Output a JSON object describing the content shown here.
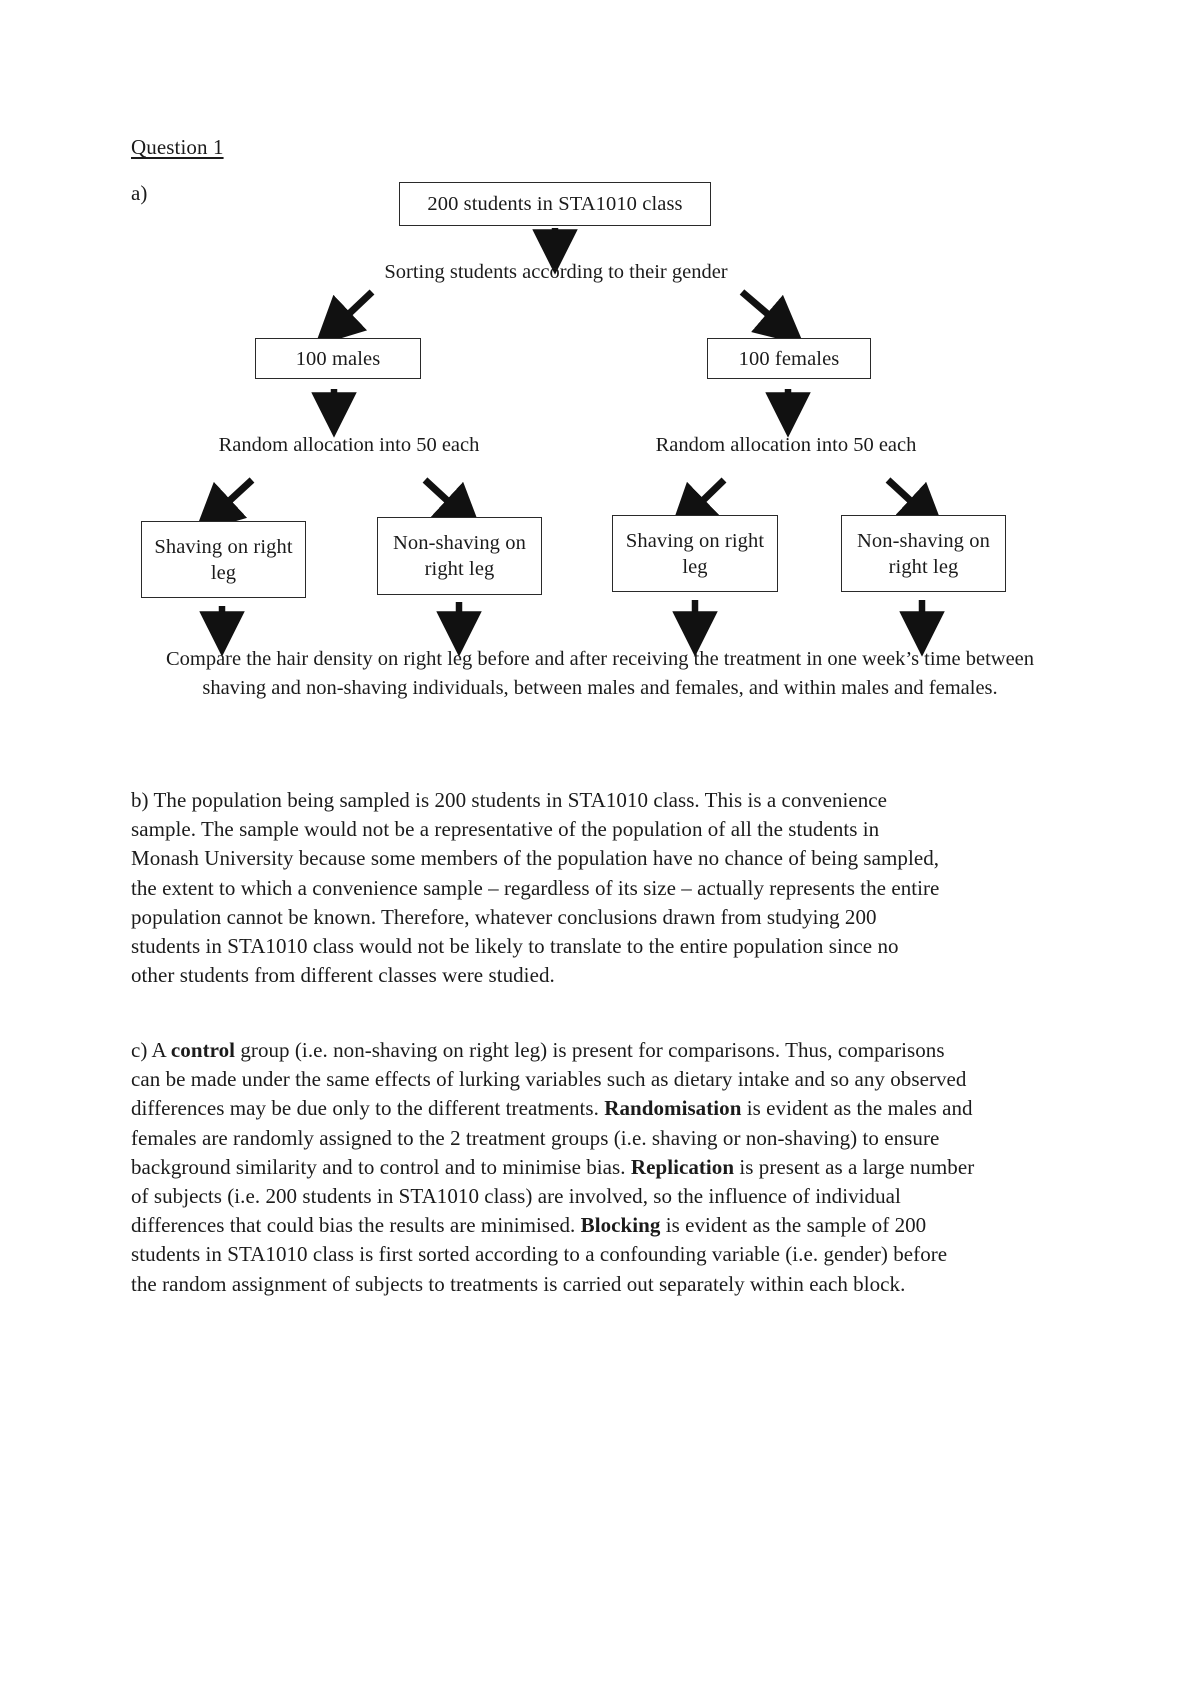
{
  "document": {
    "question_title": "Question 1",
    "part_a_label": "a)",
    "flowchart": {
      "root_box": "200 students in STA1010 class",
      "sort_step": "Sorting students according to their gender",
      "gender_boxes": [
        "100 males",
        "100 females"
      ],
      "allocation_steps": [
        "Random allocation into 50 each",
        "Random allocation into 50 each"
      ],
      "treatment_boxes": [
        "Shaving on right leg",
        "Non-shaving on right leg",
        "Shaving on right leg",
        "Non-shaving on right leg"
      ],
      "summary": "Compare the hair density on right leg before and after receiving the treatment in one week’s time between shaving and non-shaving individuals, between males and females, and within males and females.",
      "arrow_icon_name": "down-arrow-icon"
    },
    "part_b": {
      "label": "b)",
      "text": "b) The population being sampled is 200 students in STA1010 class. This is a convenience sample. The sample would not be a representative of the population of all the students in Monash University because some members of the population have no chance of being sampled, the extent to which a convenience sample – regardless of its size – actually represents the entire population cannot be known. Therefore, whatever conclusions drawn from studying 200 students in STA1010 class would not be likely to translate to the entire population since no other students from different classes were studied."
    },
    "part_c": {
      "label": "c)",
      "segments": [
        {
          "text": "c) A ",
          "bold": false
        },
        {
          "text": "control",
          "bold": true
        },
        {
          "text": " group (i.e. non-shaving on right leg) is present for comparisons. Thus, comparisons can be made under the same effects of lurking variables such as dietary intake and so any observed differences may be due only to the different treatments. ",
          "bold": false
        },
        {
          "text": "Randomisation",
          "bold": true
        },
        {
          "text": " is evident as the males and females are randomly assigned to the 2 treatment groups (i.e. shaving or non-shaving) to ensure background similarity and to control and to minimise bias. ",
          "bold": false
        },
        {
          "text": "Replication",
          "bold": true
        },
        {
          "text": " is present as a large number of subjects (i.e. 200 students in STA1010 class) are involved, so the influence of individual differences that could bias the results are minimised. ",
          "bold": false
        },
        {
          "text": "Blocking",
          "bold": true
        },
        {
          "text": " is evident as the sample of 200 students in STA1010 class is first sorted according to a confounding variable (i.e. gender) before the random assignment of subjects to treatments is carried out separately within each block.",
          "bold": false
        }
      ]
    },
    "colors": {
      "text": "#1b1b1b",
      "box_border": "#2a2a2a",
      "page_background": "#ffffff"
    }
  }
}
